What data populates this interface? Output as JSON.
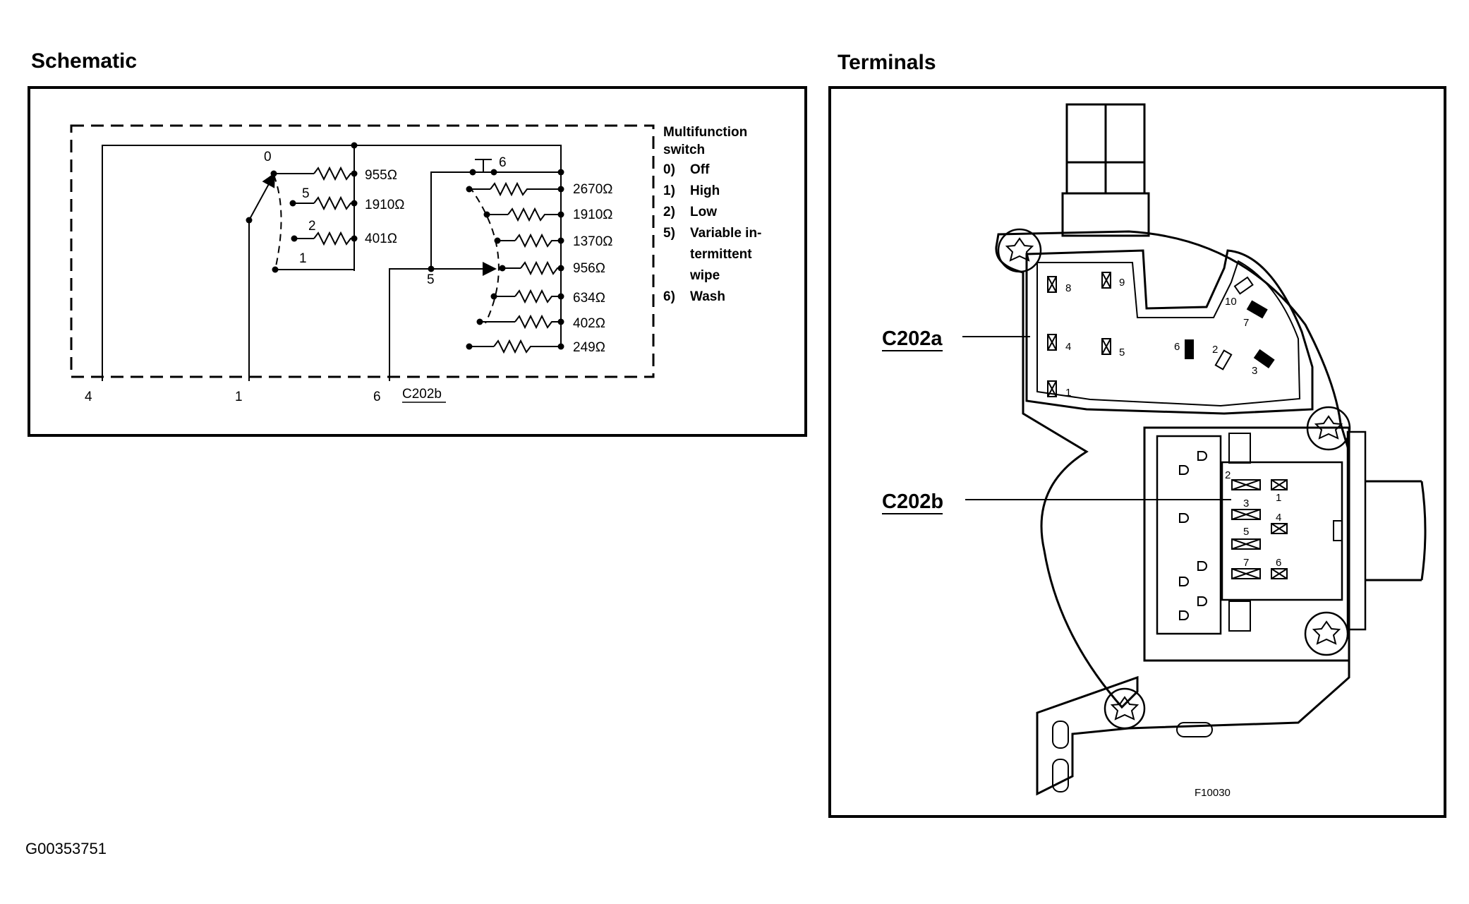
{
  "schematic": {
    "title": "Schematic",
    "legend_title": [
      "Multifunction",
      "switch"
    ],
    "legend": [
      {
        "key": "0)",
        "text": "Off"
      },
      {
        "key": "1)",
        "text": "High"
      },
      {
        "key": "2)",
        "text": "Low"
      },
      {
        "key": "5)",
        "text": "Variable in-"
      },
      {
        "key": "",
        "text": "termittent"
      },
      {
        "key": "",
        "text": "wipe"
      },
      {
        "key": "6)",
        "text": "Wash"
      }
    ],
    "left_positions": [
      "0",
      "5",
      "2",
      "1"
    ],
    "left_resistors": [
      "955Ω",
      "1910Ω",
      "401Ω"
    ],
    "right_resistors": [
      "2670Ω",
      "1910Ω",
      "1370Ω",
      "956Ω",
      "634Ω",
      "402Ω",
      "249Ω"
    ],
    "wash_label": "6",
    "mid_label": "5",
    "pins": [
      "4",
      "1",
      "6"
    ],
    "connector": "C202b"
  },
  "terminals": {
    "title": "Terminals",
    "c202a": "C202a",
    "c202b": "C202b",
    "a_pins": [
      "8",
      "9",
      "4",
      "5",
      "1",
      "10",
      "7",
      "6",
      "2",
      "3"
    ],
    "b_pins": [
      "2",
      "1",
      "3",
      "4",
      "5",
      "7",
      "6"
    ],
    "figure_code": "F10030"
  },
  "footer_code": "G00353751"
}
